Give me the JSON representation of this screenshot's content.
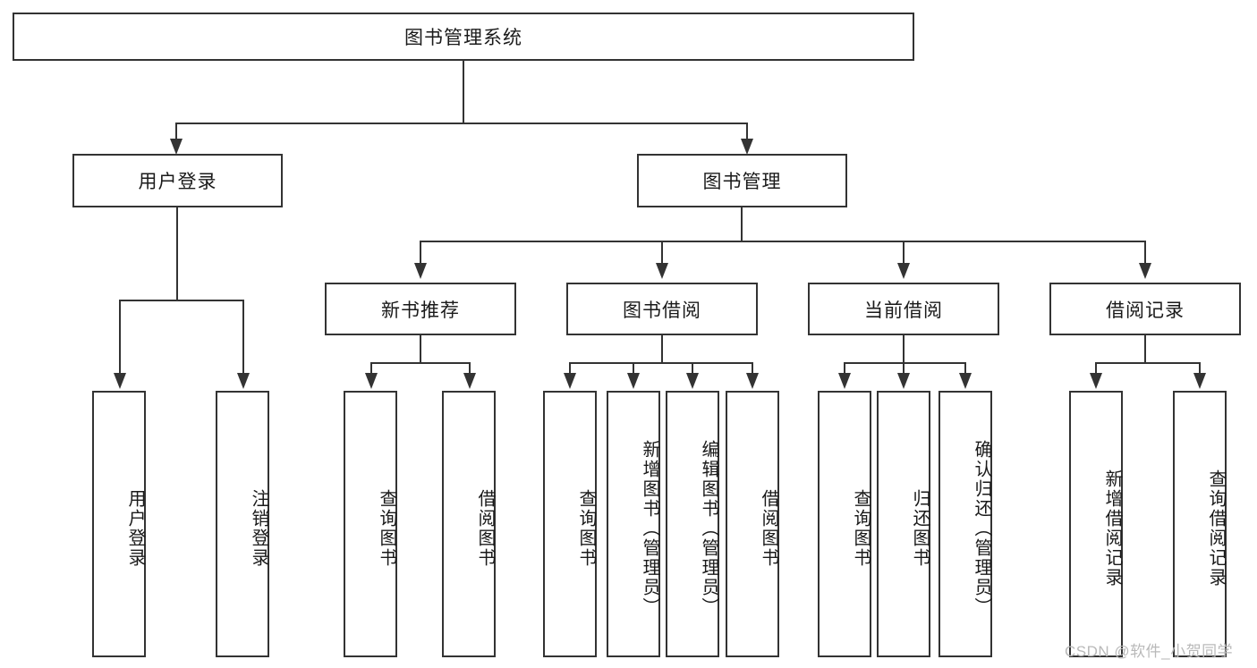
{
  "diagram": {
    "type": "hierarchy-tree",
    "root": {
      "label": "图书管理系统"
    },
    "level2": [
      {
        "label": "用户登录"
      },
      {
        "label": "图书管理"
      }
    ],
    "level3": [
      {
        "label": "新书推荐"
      },
      {
        "label": "图书借阅"
      },
      {
        "label": "当前借阅"
      },
      {
        "label": "借阅记录"
      }
    ],
    "leaves": {
      "user_login": [
        {
          "label": "用户登录"
        },
        {
          "label": "注销登录"
        }
      ],
      "new_book": [
        {
          "label": "查询图书"
        },
        {
          "label": "借阅图书"
        }
      ],
      "book_borrow": [
        {
          "label": "查询图书"
        },
        {
          "label": "新增图书（管理员）"
        },
        {
          "label": "编辑图书（管理员）"
        },
        {
          "label": "借阅图书"
        }
      ],
      "current_borrow": [
        {
          "label": "查询图书"
        },
        {
          "label": "归还图书"
        },
        {
          "label": "确认归还（管理员）"
        }
      ],
      "borrow_record": [
        {
          "label": "新增借阅记录"
        },
        {
          "label": "查询借阅记录"
        }
      ]
    }
  },
  "watermark": {
    "text": "CSDN @软件_小贺同学"
  },
  "colors": {
    "stroke": "#333333",
    "background": "#ffffff",
    "text": "#1a1a1a",
    "watermark": "#b9b9b9"
  }
}
